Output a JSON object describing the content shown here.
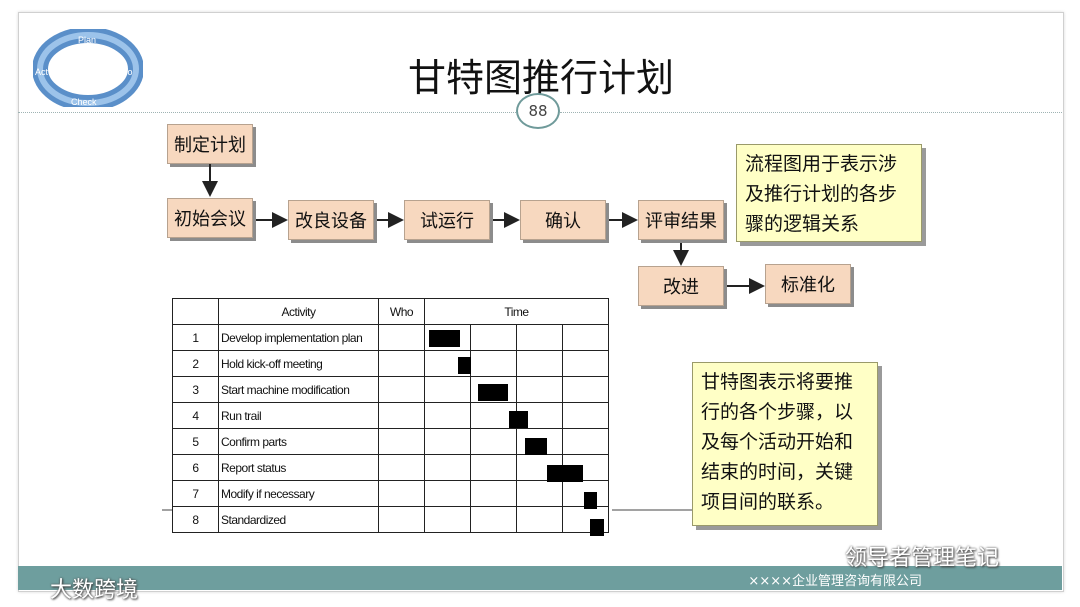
{
  "logo": {
    "labels": [
      "Plan",
      "Do",
      "Check",
      "Act"
    ]
  },
  "title": "甘特图推行计划",
  "page_number": "88",
  "flow": {
    "plan": "制定计划",
    "kickoff": "初始会议",
    "improve": "改良设备",
    "trial": "试运行",
    "confirm": "确认",
    "review": "评审结果",
    "improve2": "改进",
    "standardize": "标准化"
  },
  "note_flow": "流程图用于表示涉及推行计划的各步骤的逻辑关系",
  "note_gantt": "甘特图表示将要推行的各个步骤，以及每个活动开始和结束的时间，关键项目间的联系。",
  "gantt": {
    "headers": {
      "activity": "Activity",
      "who": "Who",
      "time": "Time"
    },
    "rows": [
      {
        "num": "1",
        "activity": "Develop implementation plan",
        "start": 0.08,
        "end": 0.75
      },
      {
        "num": "2",
        "activity": "Hold kick-off meeting",
        "start": 0.72,
        "end": 0.98
      },
      {
        "num": "3",
        "activity": "Start machine modification",
        "start": 1.15,
        "end": 1.78
      },
      {
        "num": "4",
        "activity": "Run trail",
        "start": 1.8,
        "end": 2.22
      },
      {
        "num": "5",
        "activity": "Confirm parts",
        "start": 2.15,
        "end": 2.62
      },
      {
        "num": "6",
        "activity": "Report status",
        "start": 2.62,
        "end": 3.4
      },
      {
        "num": "7",
        "activity": "Modify if necessary",
        "start": 3.42,
        "end": 3.7
      },
      {
        "num": "8",
        "activity": "Standardized",
        "start": 3.55,
        "end": 3.85
      }
    ]
  },
  "footer": {
    "company": "××××企业管理咨询有限公司"
  },
  "watermarks": {
    "left": "大数跨境",
    "right": "领导者管理笔记"
  }
}
